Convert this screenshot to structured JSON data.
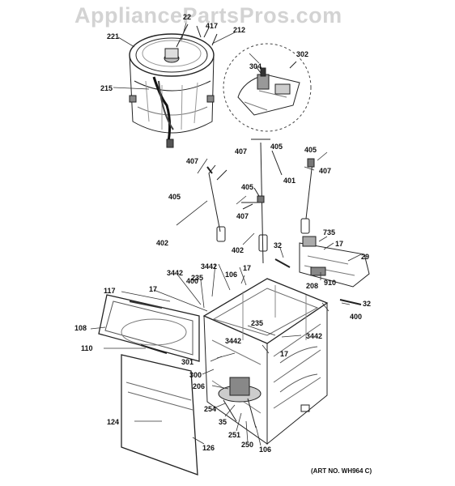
{
  "watermark": "AppliancePartsPros.com",
  "art_number": "(ART NO. WH964 C)",
  "labels": {
    "l_221": "221",
    "l_22": "22",
    "l_417": "417",
    "l_212": "212",
    "l_215": "215",
    "l_302": "302",
    "l_304": "304",
    "l_407a": "407",
    "l_405a": "405",
    "l_405b": "405",
    "l_407b": "407",
    "l_407c": "407",
    "l_401": "401",
    "l_405c": "405",
    "l_407d": "407",
    "l_405d": "405",
    "l_402a": "402",
    "l_402b": "402",
    "l_735": "735",
    "l_17a": "17",
    "l_32a": "32",
    "l_29": "29",
    "l_3442a": "3442",
    "l_3442b": "3442",
    "l_106a": "106",
    "l_17b": "17",
    "l_235a": "235",
    "l_400a": "400",
    "l_208": "208",
    "l_910": "910",
    "l_32b": "32",
    "l_117": "117",
    "l_17c": "17",
    "l_400b": "400",
    "l_108": "108",
    "l_235b": "235",
    "l_3442c": "3442",
    "l_110": "110",
    "l_3442d": "3442",
    "l_17d": "17",
    "l_301": "301",
    "l_300": "300",
    "l_206": "206",
    "l_124": "124",
    "l_254": "254",
    "l_35": "35",
    "l_251": "251",
    "l_250": "250",
    "l_106b": "106",
    "l_126": "126"
  }
}
